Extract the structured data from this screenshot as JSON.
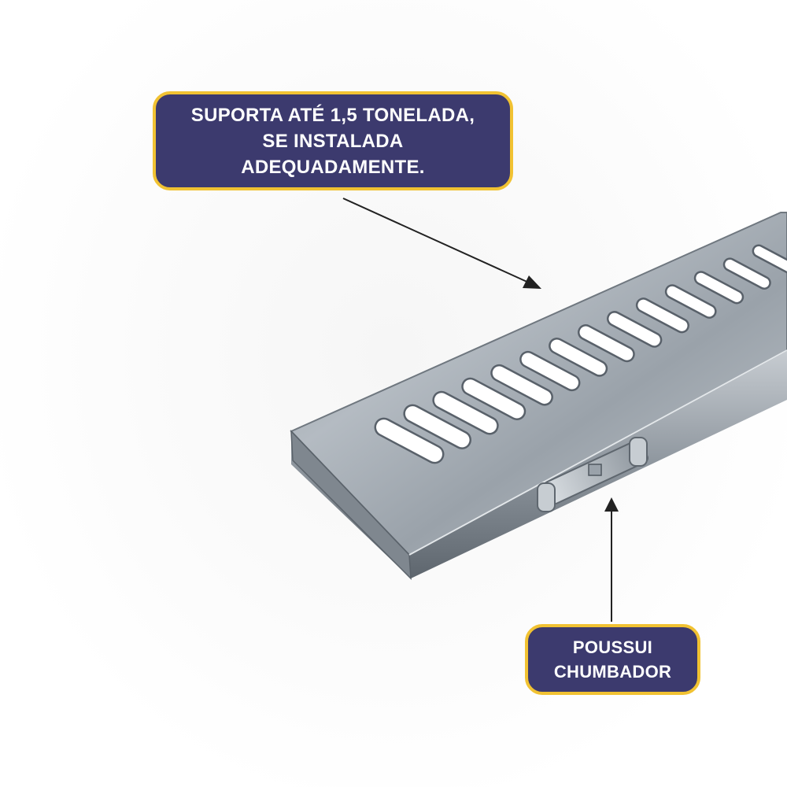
{
  "colors": {
    "callout_fill": "#3c3a6e",
    "callout_border": "#f1c232",
    "arrow": "#222222",
    "metal": "#9aa3ac"
  },
  "product": {
    "name": "galvanized-steel-drain-grate",
    "slot_count_visible": 14
  },
  "callouts": {
    "top": {
      "lines": [
        "SUPORTA ATÉ 1,5 TONELADA,",
        "SE INSTALADA",
        "ADEQUADAMENTE."
      ]
    },
    "bottom": {
      "lines": [
        "POUSSUI",
        "CHUMBADOR"
      ]
    }
  }
}
